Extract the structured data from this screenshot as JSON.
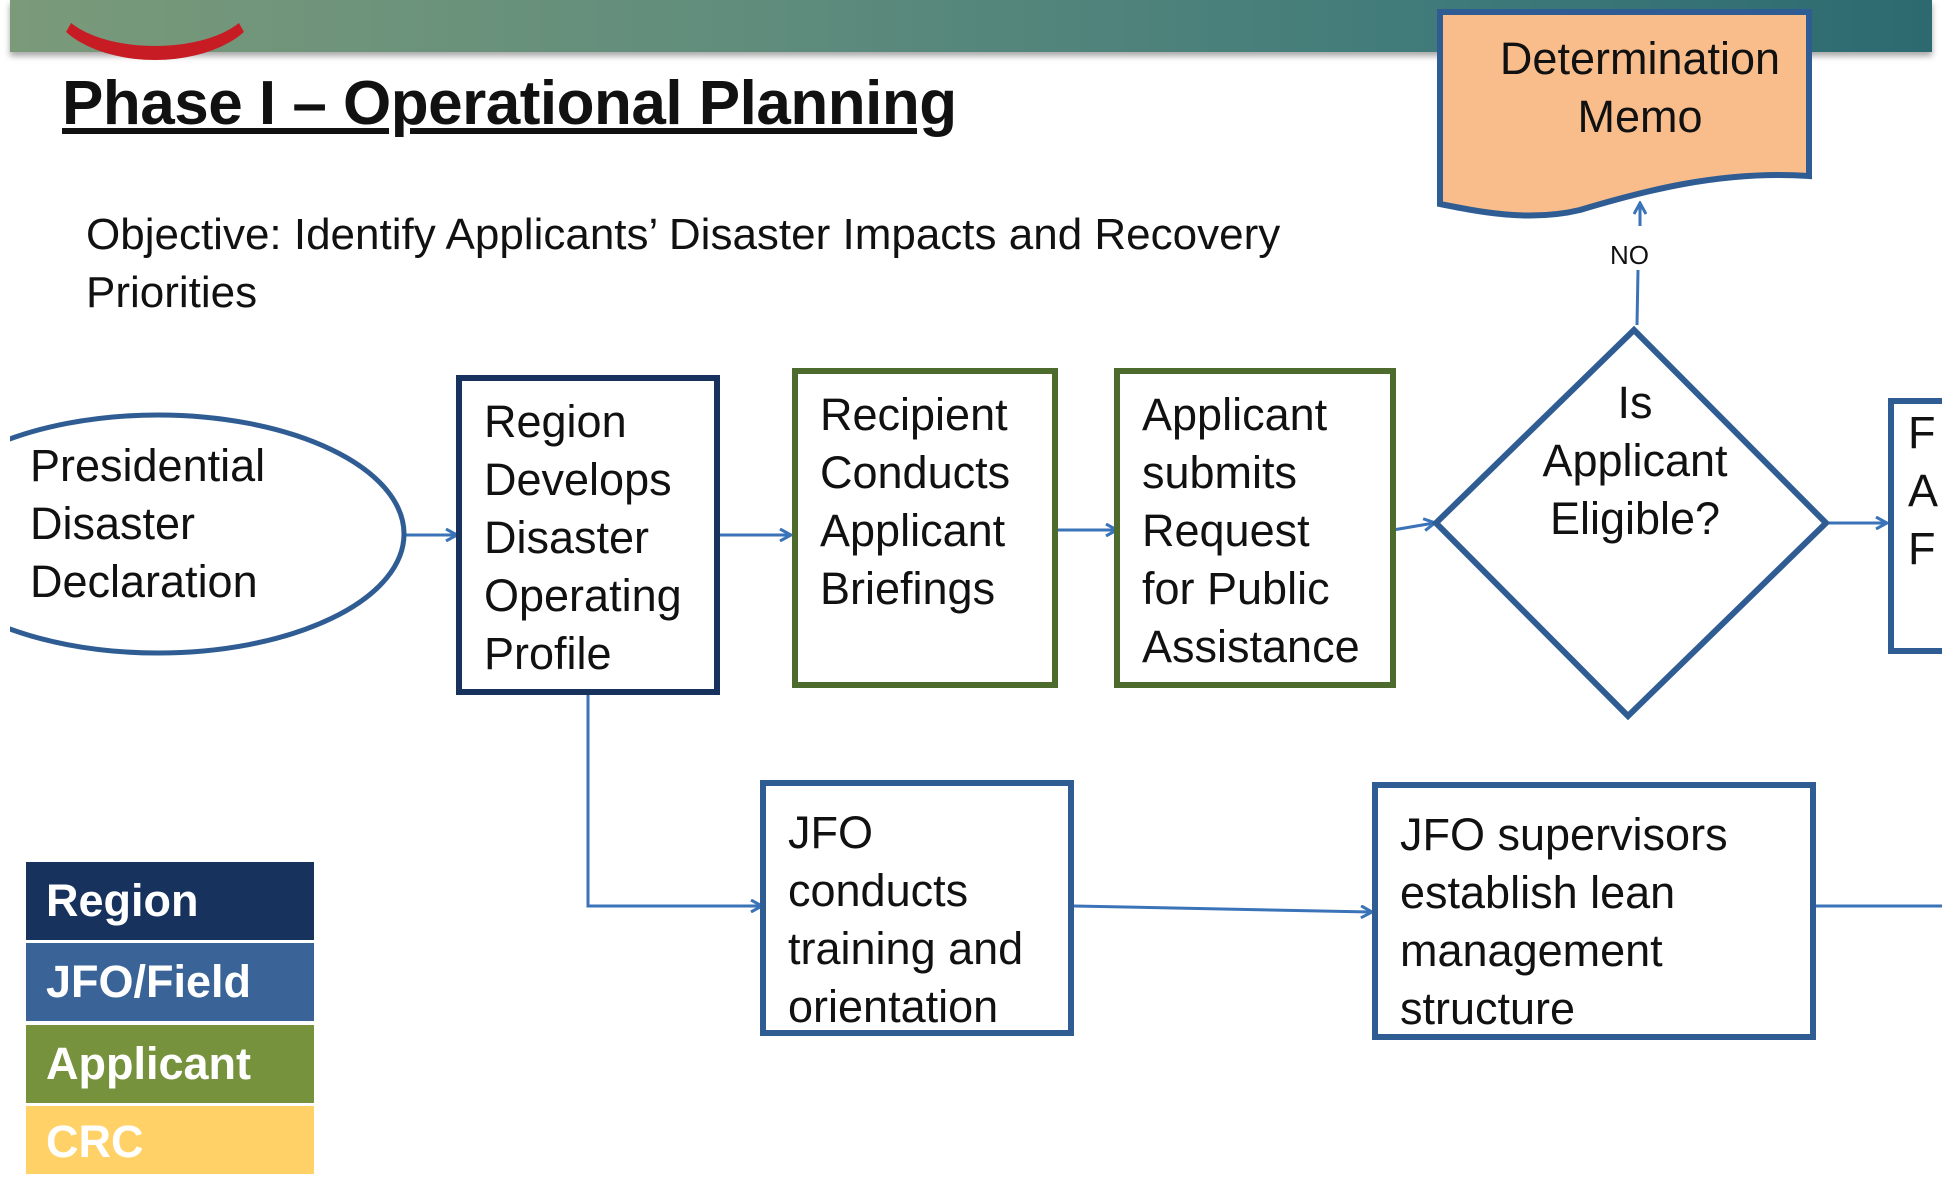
{
  "title": "Phase I – Operational Planning",
  "objective": "Objective:  Identify Applicants’ Disaster Impacts and Recovery Priorities",
  "nodes": {
    "declaration": [
      "Presidential",
      "Disaster",
      "Declaration"
    ],
    "region_profile": [
      "Region",
      "Develops",
      "Disaster",
      "Operating",
      "Profile"
    ],
    "briefings": [
      "Recipient",
      "Conducts",
      "Applicant",
      "Briefings"
    ],
    "request": [
      "Applicant",
      "submits",
      "Request",
      "for Public",
      "Assistance"
    ],
    "eligible": [
      "Is",
      "Applicant",
      "Eligible?"
    ],
    "memo": [
      "Determination",
      "Memo"
    ],
    "jfo_training": [
      "JFO",
      "conducts",
      "training and",
      "orientation"
    ],
    "jfo_supervisors": [
      "JFO supervisors",
      "establish lean",
      "management",
      "structure"
    ],
    "cut_off": [
      "F",
      "A",
      "F"
    ]
  },
  "edge_labels": {
    "no": "NO"
  },
  "legend": [
    {
      "label": "Region",
      "color": "#17325c"
    },
    {
      "label": "JFO/Field",
      "color": "#3a6498"
    },
    {
      "label": "Applicant",
      "color": "#76923c"
    },
    {
      "label": "CRC",
      "color": "#ffd166"
    }
  ]
}
